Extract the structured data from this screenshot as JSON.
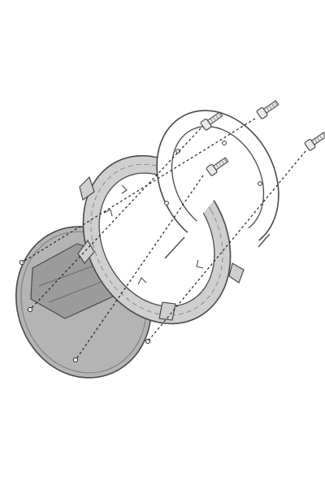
{
  "diagram": {
    "kind": "exploded-assembly",
    "parts": [
      {
        "id": "fuel-cap-base",
        "type": "base-plate",
        "screw_holes": 4
      },
      {
        "id": "adapter-ring",
        "type": "gray-flange-ring"
      },
      {
        "id": "cover-ring",
        "type": "open-c-ring",
        "screw_holes": 4
      },
      {
        "id": "bolts",
        "type": "hex-socket-bolt",
        "count": 4
      }
    ],
    "assembly_lines": 4,
    "colors": {
      "outline": "#4a4a4a",
      "base_fill": "#b4b4b4",
      "base_inner": "#9b9b9b",
      "ring_fill": "#cfcfcf",
      "cover_fill": "#ffffff",
      "bolt_fill": "#e9e9e9",
      "dash_line": "#222222",
      "background": "#ffffff"
    }
  }
}
